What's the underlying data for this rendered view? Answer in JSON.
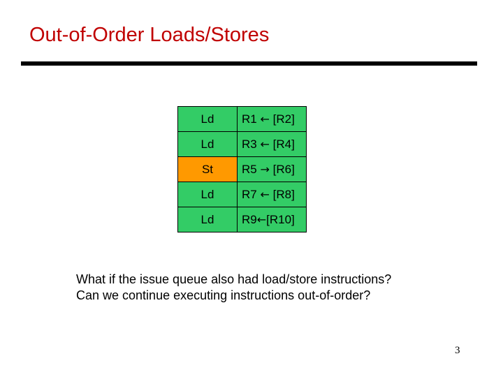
{
  "slide": {
    "title": "Out-of-Order Loads/Stores",
    "page_number": "3"
  },
  "issue_queue": {
    "rows": [
      {
        "op": "Ld",
        "dest": "R1",
        "arrow": "←",
        "src": "[R2]",
        "op_color": "#33cc66"
      },
      {
        "op": "Ld",
        "dest": "R3",
        "arrow": "←",
        "src": "[R4]",
        "op_color": "#33cc66"
      },
      {
        "op": "St",
        "dest": "R5",
        "arrow": "→",
        "src": "[R6]",
        "op_color": "#ff9900"
      },
      {
        "op": "Ld",
        "dest": "R7",
        "arrow": "←",
        "src": "[R8]",
        "op_color": "#33cc66"
      },
      {
        "op": "Ld",
        "dest": "R9",
        "arrow": "←",
        "src": "[R10]",
        "op_color": "#33cc66"
      }
    ]
  },
  "questions": {
    "line1": "What if the issue queue also had load/store instructions?",
    "line2": "Can we continue executing instructions out-of-order?"
  },
  "colors": {
    "title": "#c00000",
    "load": "#33cc66",
    "store": "#ff9900"
  }
}
